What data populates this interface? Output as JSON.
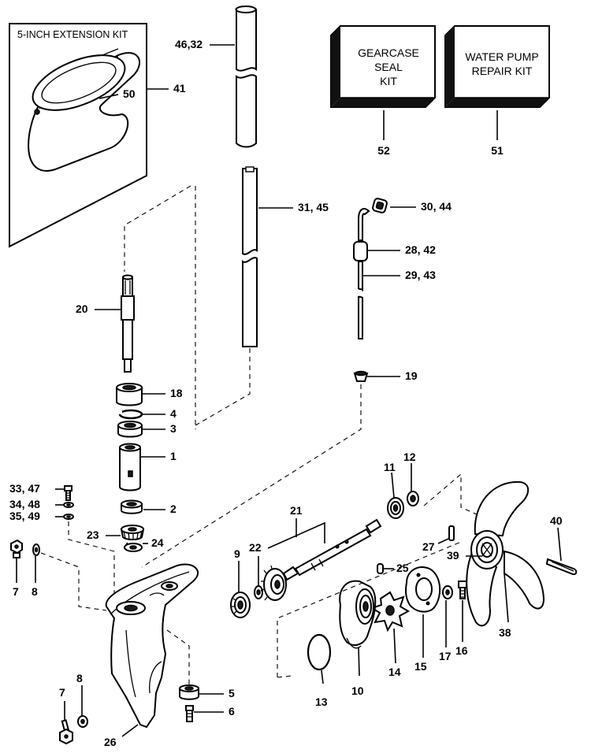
{
  "extension_kit": {
    "title": "5-INCH EXTENSION KIT"
  },
  "kits": [
    {
      "line1": "GEARCASE",
      "line2": "SEAL",
      "line3": "KIT",
      "number": "52"
    },
    {
      "line1": "WATER PUMP",
      "line2": "REPAIR KIT",
      "line3": "",
      "number": "51"
    }
  ],
  "callouts": {
    "c50": "50",
    "c41": "41",
    "c46_32": "46,32",
    "c31_45": "31, 45",
    "c30_44": "30, 44",
    "c28_42": "28, 42",
    "c29_43": "29, 43",
    "c20": "20",
    "c18": "18",
    "c4": "4",
    "c3": "3",
    "c1": "1",
    "c19": "19",
    "c33_47": "33, 47",
    "c34_48": "34, 48",
    "c35_49": "35, 49",
    "c2": "2",
    "c23": "23",
    "c24": "24",
    "c7a": "7",
    "c8a": "8",
    "c21": "21",
    "c9": "9",
    "c22": "22",
    "c11": "11",
    "c12": "12",
    "c40": "40",
    "c27": "27",
    "c39": "39",
    "c25": "25",
    "c16": "16",
    "c17": "17",
    "c15": "15",
    "c14": "14",
    "c13": "13",
    "c10": "10",
    "c38": "38",
    "c5": "5",
    "c6": "6",
    "c7b": "7",
    "c8b": "8",
    "c26": "26"
  }
}
